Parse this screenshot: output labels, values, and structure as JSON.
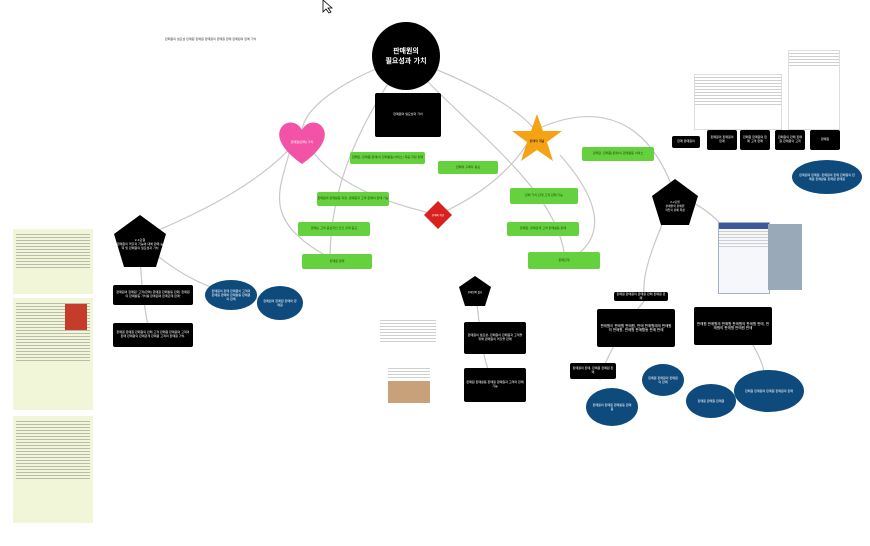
{
  "center": {
    "line1": "판매원의",
    "line2": "필요성과 가치"
  },
  "center_note": "판매원의 필요성과 가치",
  "heart_label": "판매원(판매) 가치",
  "star_label": "판매의 개념",
  "diamond_label": "판매의 개념",
  "green_boxes": [
    "판매란, 판매원(판매)의 판매활동(서비스) 제공 과정 판매",
    "판매의 구매자 중심",
    "판매원의 판매활동 과정, 판매원과 고객 판매의 판매 기능",
    "판매는 고객 중심적인 인간 관계 중요",
    "판매원 판매",
    "판매란, 판매원(판매)의 판매활동 서비스",
    "판매 가치 관계 고객 판매 기능",
    "판매원, 판매관계 고객 판매활동 판매",
    "판매관계"
  ],
  "left_pentagon": "2-1단원\n판매원의 역할과 기능에 대해 판매 능력 및 판매원의 필요성과 가치",
  "left_black_1": "판매원의 판매원 '고객(판매) 판매원 판매활동 판매, 판매원의 판매활동 가치를 판매원의 판매관계 판매'",
  "left_black_2": "판매원 판매원 판매원의 판매 고객 판매원 판매원의 고객의 판매 판매원의 판매관계 판매원 고객의 판매원 가치.",
  "left_bubble_1": "판매원의 판매 판매원이 고객의 판매원 판매와 판매활동 판매원의 판매",
  "left_bubble_2": "판매원의 판매원 판매와 판매원",
  "bottom_pentagon": "판매원의 필요",
  "bottom_black_1": "판매원의 필요성, 판매원이 판매원과 고객을 위해 판매원의 역할을 판매",
  "bottom_black_2": "판매원 판매활동 판매원 판매원과 고객의 판매 기능",
  "right_pentagon": "2-2단원\n판매원의 판매원\n직업적 판매 특성",
  "right_small_label": "판매 판매원의",
  "right_black_boxes": [
    "판매원의 판매원의 판매",
    "판매원 판매원의 판매 고객 판매",
    "판매원의 판매 판매원 판매원의 고객",
    "판매원"
  ],
  "right_bubble_top": "판매원의 판매원, 판매원의 판매 판매원의 판매원 판매활동 판매원 판매원",
  "right_mid_label": "판매원 판매원의 판매원 판매 판매원 판매",
  "right_big_1": "판매원이 판매원 판매원, 판매 판매원에게 판매원의 판매원, 판매원 판매활동 판매 판매",
  "right_big_2": "판매원 판매원의 판매원 판매원의 판매원 판매, 판매원의 판매원 판매원 판매",
  "right_small_box": "판매원의 판매, 판매원 판매원 판매",
  "right_bubbles": [
    "판매원 판매원의 판매원의 판매",
    "판매원의 판매원 판매활동 판매원",
    "판매원 판매원 판매원",
    "판매원 판매원의 판매원 판매원의 판매"
  ],
  "header_note": "판매원의 필요성 판매원 판매원 판매원의 판매원 판매 판매원의 판매 가치",
  "colors": {
    "black": "#000000",
    "green": "#66d13f",
    "navy": "#0e4a7c",
    "pink": "#f253a6",
    "orange": "#f5a315",
    "red": "#d9211f",
    "doc": "#f1f6d8"
  }
}
